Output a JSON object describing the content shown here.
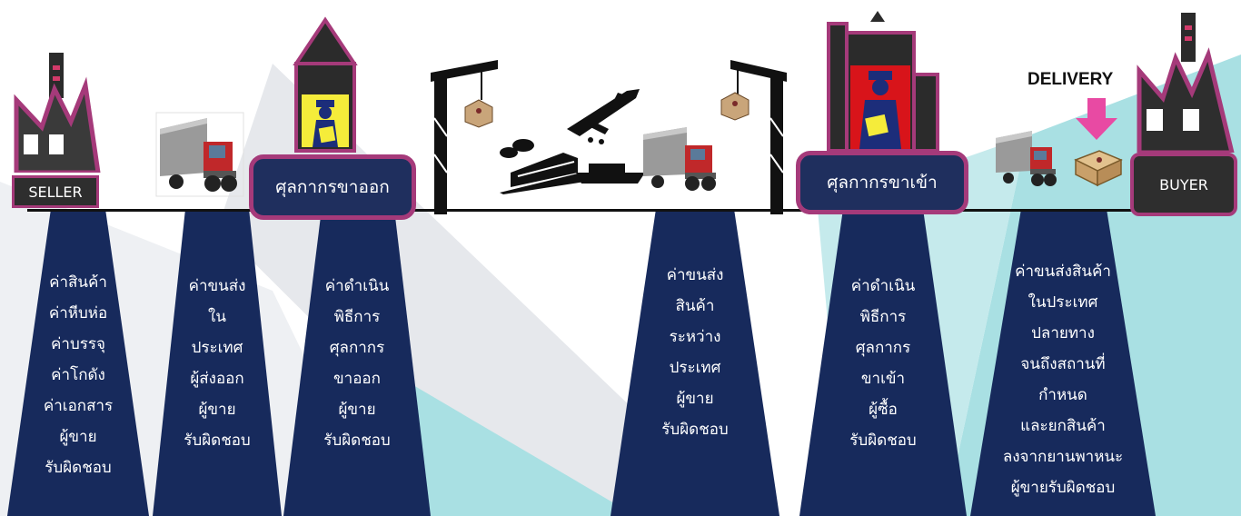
{
  "colors": {
    "pillar": "#172a5c",
    "accent": "#a53a7a",
    "customs_box": "#1f2f5e",
    "endpoint_box": "#2e2e2e",
    "road": "#111111",
    "bg_teal": "#a9e0e3",
    "bg_grey": "#e2e4e8"
  },
  "endpoints": {
    "seller": "SELLER",
    "buyer": "BUYER"
  },
  "customs": {
    "export": "ศุลกากรขาออก",
    "import": "ศุลกากรขาเข้า"
  },
  "delivery_label": "DELIVERY",
  "icons": [
    "factory-icon",
    "truck-icon",
    "customs-officer-icon",
    "crane-icon",
    "cargo-box-icon",
    "airplane-icon",
    "train-icon",
    "ship-icon",
    "delivery-arrow-icon",
    "package-icon"
  ],
  "pillars": [
    {
      "lines": [
        "ค่าสินค้า",
        "ค่าหีบห่อ",
        "ค่าบรรจุ",
        "ค่าโกดัง",
        "ค่าเอกสาร",
        "ผู้ขาย",
        "รับผิดชอบ"
      ]
    },
    {
      "lines": [
        "ค่าขนส่ง",
        "ใน",
        "ประเทศ",
        "ผู้ส่งออก",
        "ผู้ขาย",
        "รับผิดชอบ"
      ]
    },
    {
      "lines": [
        "ค่าดำเนิน",
        "พิธีการ",
        "ศุลกากร",
        "ขาออก",
        "ผู้ขาย",
        "รับผิดชอบ"
      ]
    },
    {
      "lines": [
        "ค่าขนส่ง",
        "สินค้า",
        "ระหว่าง",
        "ประเทศ",
        "ผู้ขาย",
        "รับผิดชอบ"
      ]
    },
    {
      "lines": [
        "ค่าดำเนิน",
        "พิธีการ",
        "ศุลกากร",
        "ขาเข้า",
        "ผู้ซื้อ",
        "รับผิดชอบ"
      ]
    },
    {
      "lines": [
        "ค่าขนส่งสินค้า",
        "ในประเทศ",
        "ปลายทาง",
        "จนถึงสถานที่",
        "กำหนด",
        "และยกสินค้า",
        "ลงจากยานพาหนะ",
        "ผู้ขายรับผิดชอบ"
      ]
    }
  ]
}
